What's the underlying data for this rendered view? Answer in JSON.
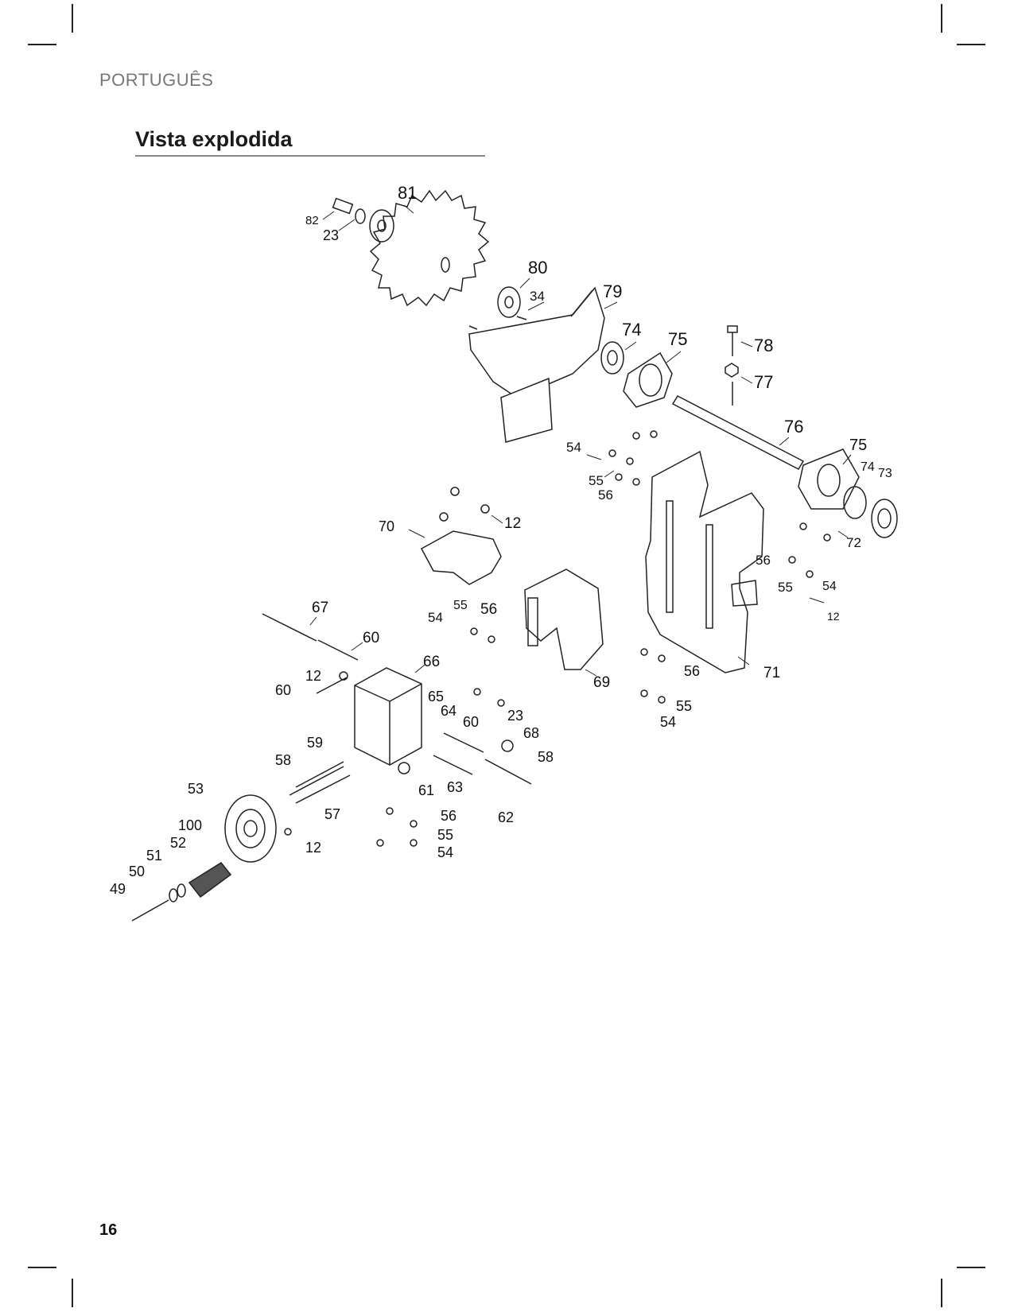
{
  "page": {
    "language": "PORTUGUÊS",
    "title": "Vista explodida",
    "page_number": "16"
  },
  "diagram": {
    "part_labels": [
      "81",
      "82",
      "23",
      "80",
      "34",
      "79",
      "74",
      "75",
      "78",
      "77",
      "76",
      "54",
      "55",
      "56",
      "75",
      "74",
      "73",
      "12",
      "70",
      "72",
      "56",
      "55",
      "54",
      "12",
      "71",
      "67",
      "55",
      "56",
      "54",
      "60",
      "66",
      "12",
      "60",
      "65",
      "64",
      "60",
      "23",
      "68",
      "69",
      "56",
      "55",
      "54",
      "59",
      "58",
      "58",
      "61",
      "63",
      "62",
      "53",
      "57",
      "56",
      "55",
      "54",
      "100",
      "52",
      "12",
      "51",
      "50",
      "49"
    ]
  }
}
